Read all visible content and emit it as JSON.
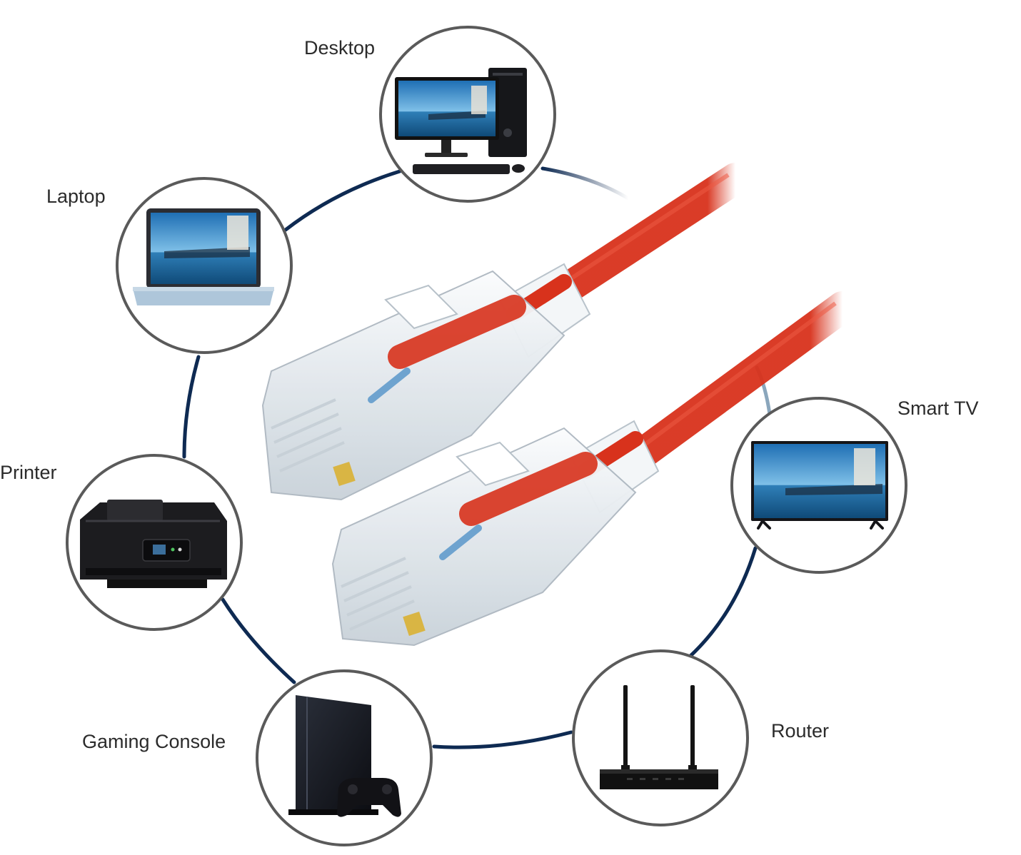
{
  "devices": [
    {
      "id": "desktop",
      "label": "Desktop",
      "icon": "desktop-computer-icon"
    },
    {
      "id": "laptop",
      "label": "Laptop",
      "icon": "laptop-icon"
    },
    {
      "id": "printer",
      "label": "Printer",
      "icon": "printer-icon"
    },
    {
      "id": "gaming",
      "label": "Gaming Console",
      "icon": "gaming-console-icon"
    },
    {
      "id": "router",
      "label": "Router",
      "icon": "router-icon"
    },
    {
      "id": "smarttv",
      "label": "Smart TV",
      "icon": "smart-tv-icon"
    }
  ],
  "colors": {
    "ring": "#0e2a52",
    "circle_border": "#5a5a5a",
    "cable": "#d8321c",
    "cable_dark": "#b5230f",
    "connector": "#e9eef2",
    "screen_sky": "#2f86c9",
    "screen_sea": "#155a8e",
    "device_dark": "#1b1b1d"
  }
}
